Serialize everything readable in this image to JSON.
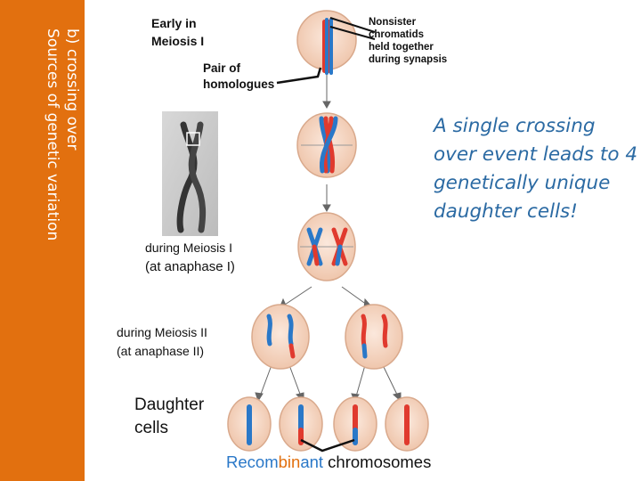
{
  "sidebar": {
    "line1": "b) crossing over",
    "line2": "Sources of genetic variation"
  },
  "labels": {
    "early_1": "Early in",
    "early_2": "Meiosis I",
    "pair_1": "Pair of",
    "pair_2": "homologues",
    "nonsister_1": "Nonsister",
    "nonsister_2": "chromatids",
    "nonsister_3": "held together",
    "nonsister_4": "during synapsis",
    "m1_1": "during Meiosis I",
    "m1_2": "(at anaphase I)",
    "m2_1": "during Meiosis II",
    "m2_2": "(at anaphase II)",
    "daughter_1": "Daughter",
    "daughter_2": "cells",
    "recomb_a": "Recom",
    "recomb_b": "bin",
    "recomb_c": "ant",
    "recomb_d": " chromosomes"
  },
  "callout": "A single crossing over event leads to 4 genetically unique daughter cells!",
  "colors": {
    "orange": "#e2700f",
    "cell": "#f6d9c8",
    "red": "#e03a2e",
    "blue": "#2a78c8",
    "callout": "#2b6aa3"
  }
}
